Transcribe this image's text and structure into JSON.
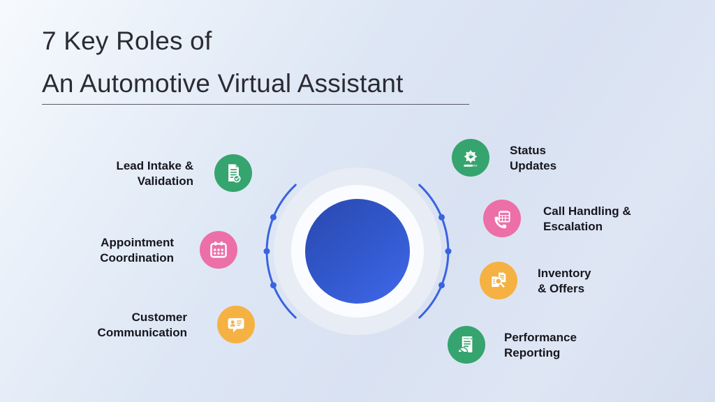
{
  "title": {
    "line1": "7 Key Roles of",
    "line2": "An Automotive Virtual Assistant"
  },
  "colors": {
    "background_start": "#f7fafd",
    "background_end": "#d6dfef",
    "title_text": "#2b2b33",
    "label_text": "#16161e",
    "arc_blue": "#3a63e0",
    "center_blue_dark": "#2b4ab2",
    "center_blue_light": "#3f66e8",
    "halo_gray": "#e8ecf4",
    "ring_white": "#fbfcff",
    "badge_green": "#35a46e",
    "badge_pink": "#ec6fa8",
    "badge_yellow": "#f5b142",
    "icon_white": "#ffffff"
  },
  "items": [
    {
      "id": "lead-intake-validation",
      "line1": "Lead Intake &",
      "line2": "Validation",
      "icon": "document-check-icon",
      "color": "#35a46e",
      "side": "left"
    },
    {
      "id": "appointment-coordination",
      "line1": "Appointment",
      "line2": "Coordination",
      "icon": "calendar-icon",
      "color": "#ec6fa8",
      "side": "left"
    },
    {
      "id": "customer-communication",
      "line1": "Customer",
      "line2": "Communication",
      "icon": "chat-user-icon",
      "color": "#f5b142",
      "side": "left"
    },
    {
      "id": "status-updates",
      "line1": "Status",
      "line2": "Updates",
      "icon": "gear-sync-icon",
      "color": "#35a46e",
      "side": "right"
    },
    {
      "id": "call-handling-escalation",
      "line1": "Call Handling &",
      "line2": "Escalation",
      "icon": "phone-calendar-icon",
      "color": "#ec6fa8",
      "side": "right"
    },
    {
      "id": "inventory-offers",
      "line1": "Inventory",
      "line2": "& Offers",
      "icon": "docs-search-icon",
      "color": "#f5b142",
      "side": "right"
    },
    {
      "id": "performance-reporting",
      "line1": "Performance",
      "line2": "Reporting",
      "icon": "report-gauge-icon",
      "color": "#35a46e",
      "side": "right"
    }
  ]
}
